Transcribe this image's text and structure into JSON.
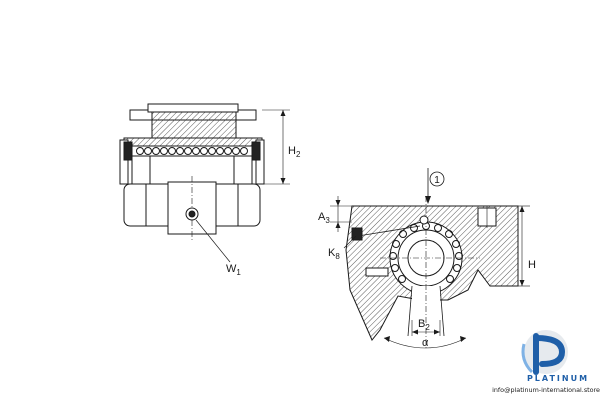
{
  "drawing": {
    "left_view": {
      "dimensions": [
        {
          "main": "H",
          "sub": "2"
        },
        {
          "main": "W",
          "sub": "1"
        }
      ]
    },
    "right_view": {
      "callout": "1",
      "dimensions": [
        {
          "main": "A",
          "sub": "3"
        },
        {
          "main": "K",
          "sub": "8"
        },
        {
          "main": "H",
          "sub": ""
        },
        {
          "main": "B",
          "sub": "2"
        },
        {
          "main": "α",
          "sub": ""
        }
      ]
    }
  },
  "brand": {
    "name": "PLATINUM",
    "site": "info@platinum-international.store",
    "colors": {
      "blue": "#1f5fa8",
      "light_blue": "#7fb2e5",
      "grey": "#9a9a9a"
    },
    "icon": "platinum-logo-icon"
  }
}
